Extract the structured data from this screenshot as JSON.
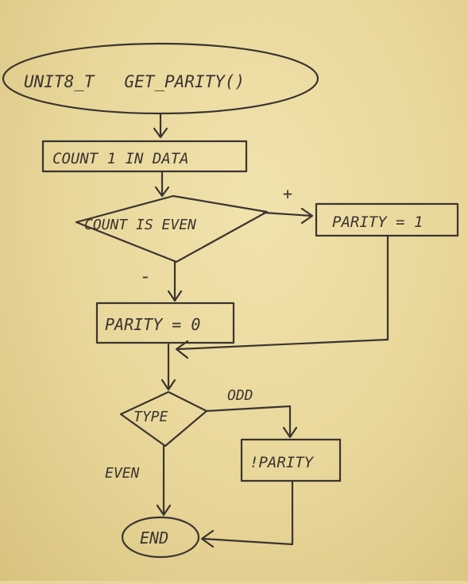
{
  "nodes": {
    "start": "UNIT8_T   GET_PARITY()",
    "count": "COUNT 1 IN DATA",
    "decision_even": "COUNT IS EVEN",
    "parity_one": "PARITY = 1",
    "parity_zero": "PARITY = 0",
    "decision_type": "TYPE",
    "invert": "!PARITY",
    "end": "END"
  },
  "edges": {
    "plus": "+",
    "minus": "-",
    "odd": "ODD",
    "even": "EVEN"
  },
  "colors": {
    "ink": "#3a3530",
    "paper": "#ecdca3"
  }
}
